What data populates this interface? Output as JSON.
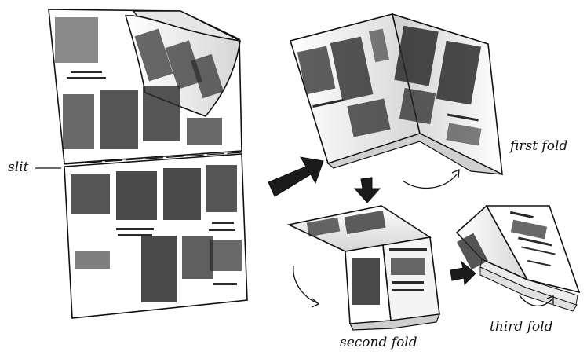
{
  "labels": {
    "slit": "slit",
    "first_fold": "first fold",
    "second_fold": "second fold",
    "third_fold": "third fold"
  },
  "colors": {
    "ink": "#111111",
    "paper": "#ffffff",
    "paper_shade": "#d9d9d9",
    "text_block": "#2a2a2a",
    "arrow_fill": "#1b1b1b"
  }
}
